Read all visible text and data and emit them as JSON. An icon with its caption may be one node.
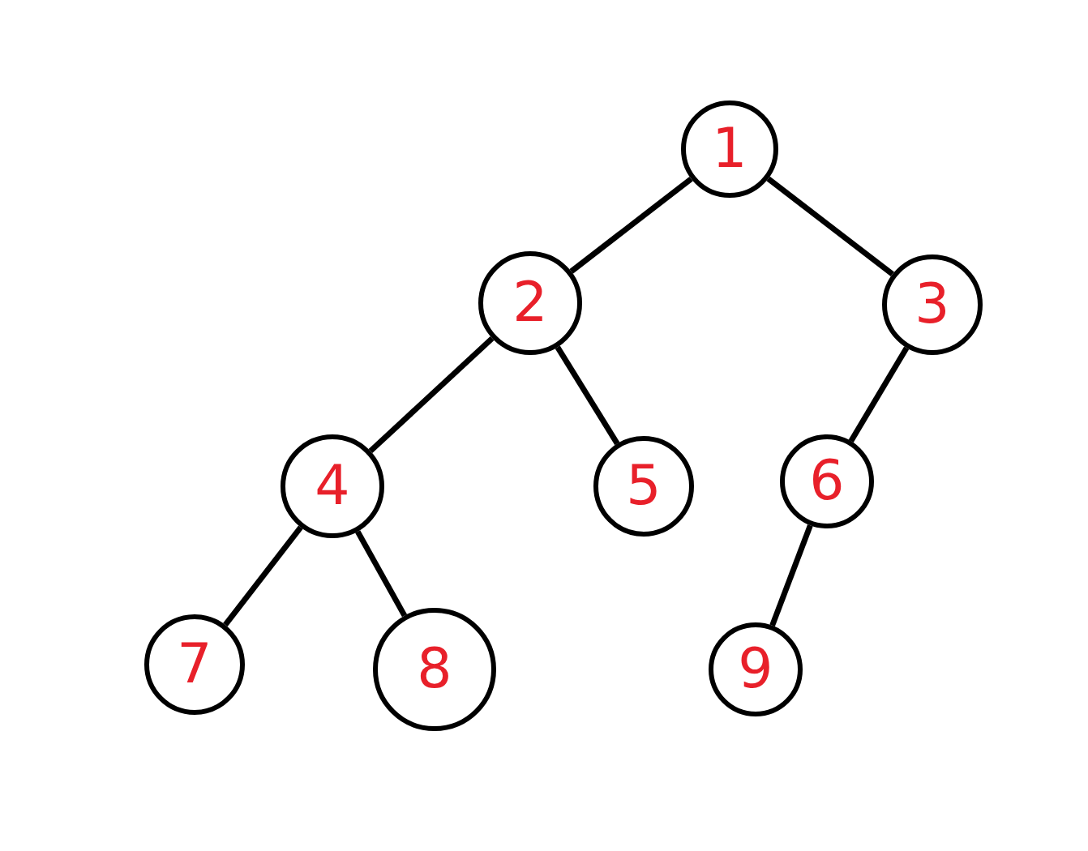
{
  "diagram": {
    "nodes": [
      {
        "text": [
          "1"
        ]
      },
      {
        "text": [
          "2"
        ]
      },
      {
        "text": [
          "3"
        ]
      },
      {
        "text": [
          "4"
        ]
      },
      {
        "text": [
          "5"
        ]
      },
      {
        "text": [
          "6"
        ]
      },
      {
        "text": [
          "7"
        ]
      },
      {
        "text": [
          "8"
        ]
      },
      {
        "text": [
          "9"
        ]
      }
    ],
    "edges": [
      {
        "from": 0,
        "to": 1,
        "arrow": "none"
      },
      {
        "from": 0,
        "to": 2,
        "arrow": "none"
      },
      {
        "from": 1,
        "to": 3,
        "arrow": "none"
      },
      {
        "from": 1,
        "to": 4,
        "arrow": "none"
      },
      {
        "from": 2,
        "to": 5,
        "arrow": "none"
      },
      {
        "from": 3,
        "to": 6,
        "arrow": "none"
      },
      {
        "from": 3,
        "to": 7,
        "arrow": "none"
      },
      {
        "from": 5,
        "to": 8,
        "arrow": "none"
      }
    ]
  }
}
